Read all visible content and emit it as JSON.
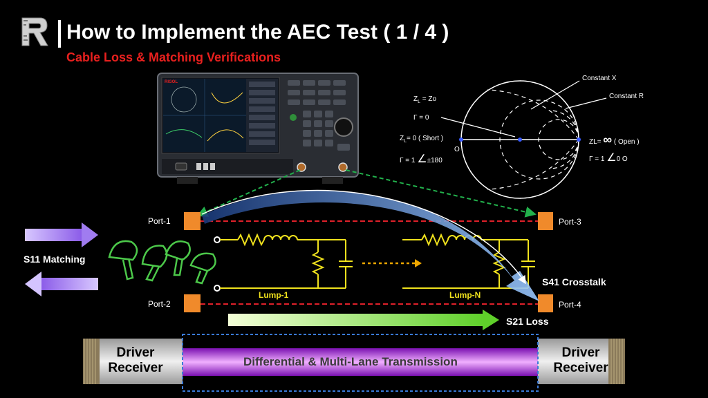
{
  "header": {
    "logo_letter": "R",
    "title": "How to Implement the AEC Test ( 1 / 4 )",
    "subtitle": "Cable Loss & Matching Verifications"
  },
  "smith_chart": {
    "constant_x": "Constant X",
    "constant_r": "Constant R",
    "match_z_prefix": "Z",
    "match_z_sub": "L",
    "match_z_suffix": " = Zo",
    "match_gamma": "Γ  =  0",
    "short_z_prefix": "Z",
    "short_z_sub": "L",
    "short_z_suffix": "= 0  ( Short )",
    "short_gamma_prefix": "Γ  =  1 ",
    "short_gamma_angle": "∠",
    "short_gamma_value": "±180",
    "origin_label": "O",
    "open_z_prefix": "ZL= ",
    "open_z_infinity": "∞",
    "open_z_suffix": "  ( Open )",
    "open_gamma_prefix": "Γ  =  1 ",
    "open_gamma_angle": "∠",
    "open_gamma_value": "0  O"
  },
  "circuit": {
    "port1": "Port-1",
    "port2": "Port-2",
    "port3": "Port-3",
    "port4": "Port-4",
    "lump1": "Lump-1",
    "lumpn": "Lump-N"
  },
  "annotations": {
    "s11": "S11 Matching",
    "s41": "S41 Crosstalk",
    "s21": "S21 Loss"
  },
  "bottom_band": {
    "left_line1": "Driver",
    "left_line2": "Receiver",
    "right_line1": "Driver",
    "right_line2": "Receiver",
    "center": "Differential & Multi-Lane Transmission"
  },
  "instrument": {
    "brand": "RIGOL"
  },
  "colors": {
    "title_accent": "#e8201e",
    "circuit": "#f0e21d",
    "port": "#f08a2b",
    "red_line": "#e0202a",
    "green_dash": "#22b14c",
    "s21_arrow": "#8fe04a",
    "band": "#b43cf0",
    "s11_arrow": "#b58cf0",
    "crosstalk_arrow": "#7fb6ff"
  }
}
